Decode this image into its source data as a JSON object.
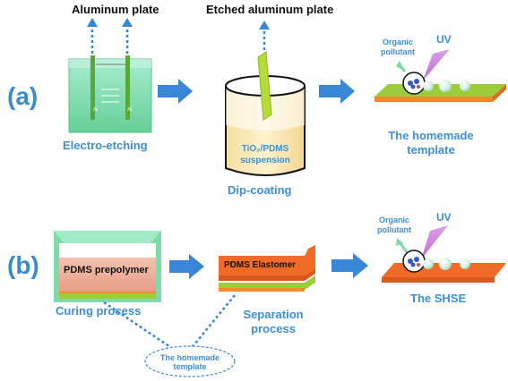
{
  "panels": {
    "a": "(a)",
    "b": "(b)"
  },
  "row_a": {
    "aluminum_plate": "Aluminum plate",
    "etched_plate": "Etched aluminum plate",
    "electro_etching": "Electro-etching",
    "suspension_line1": "TiO₂/PDMS",
    "suspension_line2": "suspension",
    "dip_coating": "Dip-coating",
    "organic_pollutant_line1": "Organic",
    "organic_pollutant_line2": "pollutant",
    "uv": "UV",
    "template_line1": "The homemade",
    "template_line2": "template",
    "electrode_left": "Al",
    "electrode_right": "Al"
  },
  "row_b": {
    "prepolymer": "PDMS prepolymer",
    "curing": "Curing process",
    "elastomer": "PDMS Elastomer",
    "separation_line1": "Separation",
    "separation_line2": "process",
    "organic_pollutant_line1": "Organic",
    "organic_pollutant_line2": "pollutant",
    "uv": "UV",
    "shse": "The SHSE",
    "template_line1": "The homemade",
    "template_line2": "template"
  },
  "colors": {
    "label_blue": "#3d8fd0",
    "arrow_blue": "#3a86d6",
    "electrolyte_green": "#7fd9a8",
    "electrode_green": "#5aa83a",
    "etched_plate_green": "#b7dc3a",
    "suspension_yellow": "#fbedc0",
    "prepolymer_pink": "#efb29f",
    "elastomer_orange": "#f06a28",
    "template_green": "#9ccc3a",
    "uv_purple": "#c778d6"
  }
}
